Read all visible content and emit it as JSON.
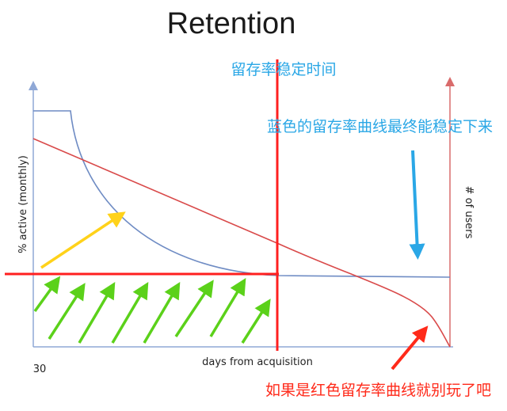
{
  "chart_data": {
    "type": "line",
    "title": "Retention",
    "xlabel": "days from acquisition",
    "ylabel": "% active (monthly)",
    "y2label": "# of users",
    "x_tick_labels": [
      "30"
    ],
    "grid": false,
    "annotations": {
      "stabilize_time": "留存率稳定时间",
      "blue_note": "蓝色的留存率曲线最终能稳定下来",
      "red_note": "如果是红色留存率曲线就别玩了吧"
    },
    "colors": {
      "axis": "#8fa8d6",
      "blue_curve": "#6f8cc4",
      "red_line": "#d94a4a",
      "vertical_marker": "#ff1f1f",
      "green_arrows": "#5bd11a",
      "yellow_arrow": "#ffd21a",
      "blue_arrow": "#2aa7e6",
      "red_arrow": "#ff2a1a"
    }
  }
}
